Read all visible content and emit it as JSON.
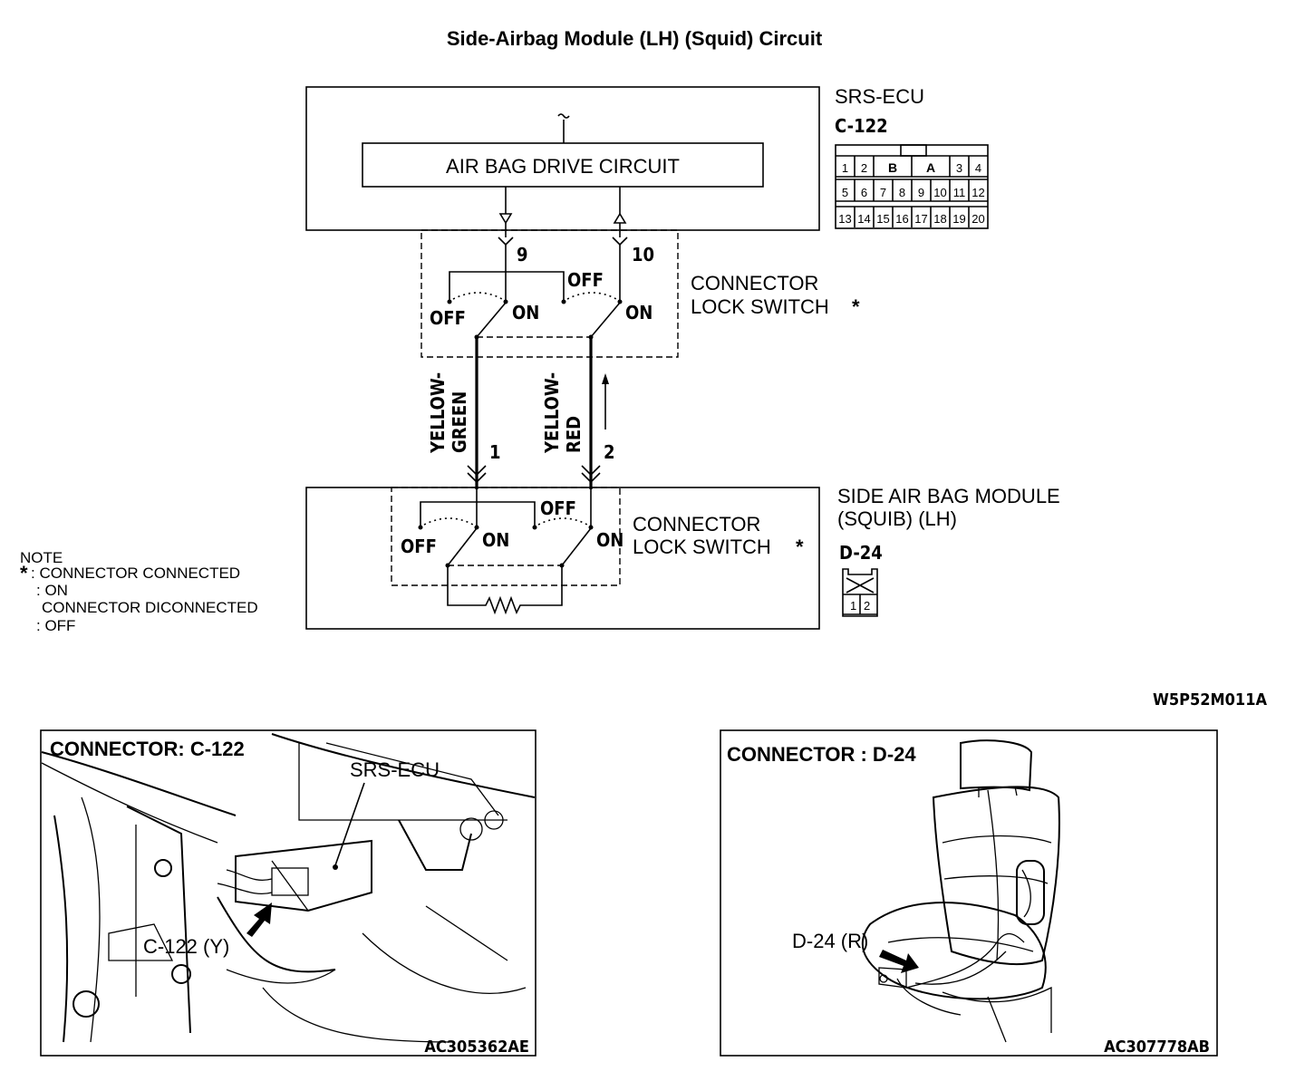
{
  "title": "Side-Airbag Module (LH) (Squid) Circuit",
  "srs_ecu": {
    "name": "SRS-ECU",
    "connector_id": "C-122",
    "circuit_label": "AIR BAG DRIVE CIRCUIT",
    "pin_out_a": "9",
    "pin_out_b": "10",
    "pins_row1": [
      "1",
      "2",
      "B",
      "A",
      "3",
      "4"
    ],
    "pins_row2": [
      "5",
      "6",
      "7",
      "8",
      "9",
      "10",
      "11",
      "12"
    ],
    "pins_row3": [
      "13",
      "14",
      "15",
      "16",
      "17",
      "18",
      "19",
      "20"
    ]
  },
  "upper_switch": {
    "label_line1": "CONNECTOR",
    "label_line2": "LOCK SWITCH",
    "star": "*",
    "off_label": "OFF",
    "on_label": "ON"
  },
  "wires": [
    {
      "color_line1": "YELLOW-",
      "color_line2": "GREEN",
      "pin": "1"
    },
    {
      "color_line1": "YELLOW-",
      "color_line2": "RED",
      "pin": "2"
    }
  ],
  "module": {
    "name_line1": "SIDE AIR BAG MODULE",
    "name_line2": "(SQUIB) (LH)",
    "connector_id": "D-24",
    "pins": [
      "1",
      "2"
    ]
  },
  "lower_switch": {
    "label_line1": "CONNECTOR",
    "label_line2": "LOCK SWITCH",
    "star": "*",
    "off_label": "OFF",
    "on_label": "ON"
  },
  "note": {
    "heading": "NOTE",
    "star": "*",
    "line1": ": CONNECTOR CONNECTED",
    "line2": ": ON",
    "line3": "CONNECTOR DICONNECTED",
    "line4": ": OFF"
  },
  "diagram_code": "W5P52M011A",
  "photo_left": {
    "heading": "CONNECTOR: C-122",
    "callout_ecu": "SRS-ECU",
    "callout_connector": "C-122 (Y)",
    "code": "AC305362AE"
  },
  "photo_right": {
    "heading": "CONNECTOR : D-24",
    "callout_connector": "D-24 (R)",
    "code": "AC307778AB"
  }
}
